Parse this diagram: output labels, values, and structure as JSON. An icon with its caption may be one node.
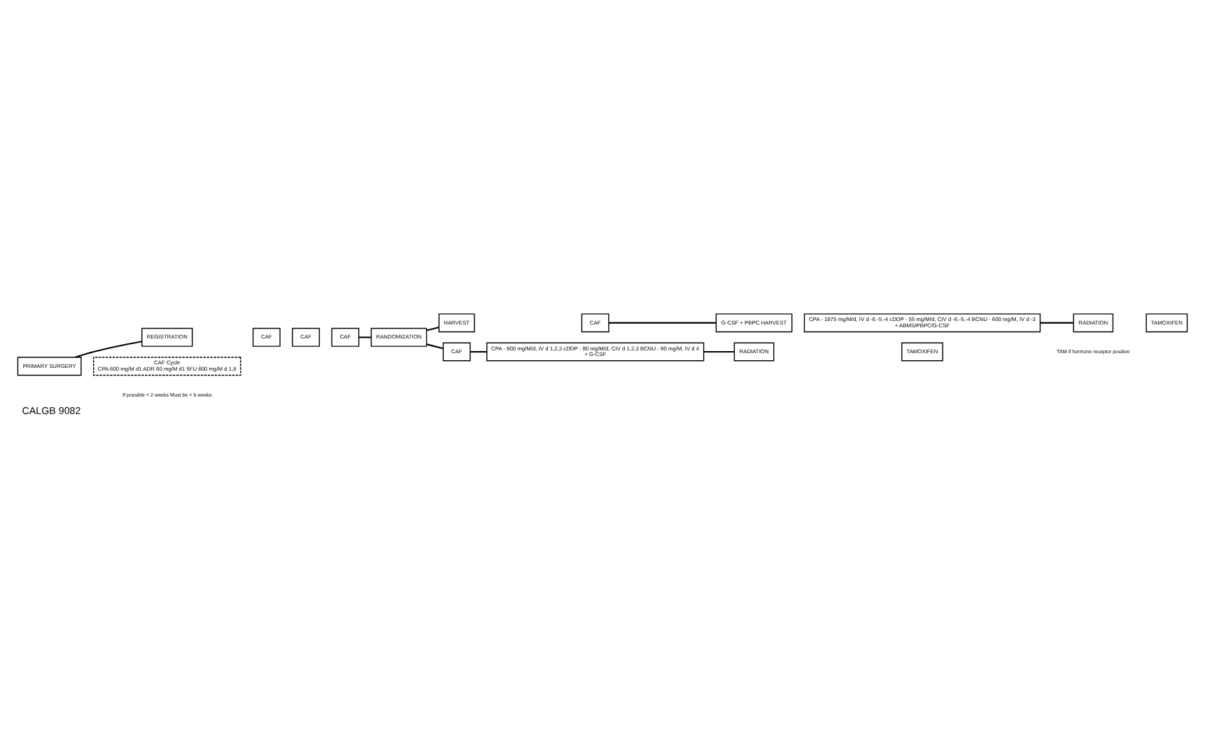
{
  "diagram": {
    "title": "CALGB 9082",
    "nodes": [
      {
        "text": [
          "PRIMARY SURGERY"
        ]
      },
      {
        "text": [
          "REGISTRATION"
        ]
      },
      {
        "text": [
          "CAF"
        ]
      },
      {
        "text": [
          "CAF"
        ]
      },
      {
        "text": [
          "CAF"
        ]
      },
      {
        "text": [
          "RANDOMIZATION"
        ]
      },
      {
        "text": [
          "HARVEST"
        ]
      },
      {
        "text": [
          "CAF"
        ]
      },
      {
        "text": [
          "G-CSF + PBPC HARVEST"
        ]
      },
      {
        "text": [
          "CPA - 1875 mg/M/d, IV d -6,-5,-4 cDDP - 55 mg/M/d, CIV d -6,-5,-4 BCNU - 600 mg/M, IV d -3",
          "+ ABMS/PBPC/G-CSF"
        ]
      },
      {
        "text": [
          "RADIATION"
        ]
      },
      {
        "text": [
          "TAMOXIFEN"
        ]
      },
      {
        "text": [
          "CAF"
        ]
      },
      {
        "text": [
          "CPA - 900 mg/M/d, IV d 1,2,3 cDDP - 90 mg/M/d, CIV d 1,2,3 BCNU - 90 mg/M, IV d 4",
          "+ G-CSF"
        ]
      },
      {
        "text": [
          "RADIATION"
        ]
      },
      {
        "text": [
          "TAMOXIFEN"
        ]
      },
      {
        "text": [
          "CAF Cycle",
          "CPA 600 mg/M d1 ADR 60 mg/M d1 5FU 600 mg/M d 1,8"
        ]
      }
    ],
    "edges": [
      {
        "from": 0,
        "to": 1,
        "arrow": "none"
      },
      {
        "from": 4,
        "to": 5,
        "arrow": "none"
      },
      {
        "from": 5,
        "to": 6,
        "arrow": "none"
      },
      {
        "from": 7,
        "to": 8,
        "arrow": "none"
      },
      {
        "from": 9,
        "to": 10,
        "arrow": "none"
      },
      {
        "from": 5,
        "to": 12,
        "arrow": "none"
      },
      {
        "from": 12,
        "to": 13,
        "arrow": "none"
      },
      {
        "from": 13,
        "to": 14,
        "arrow": "none"
      }
    ],
    "labels": [
      "If possible < 2 weeks Must be < 6 weeks",
      "TAM if hormone receptor positive"
    ]
  }
}
